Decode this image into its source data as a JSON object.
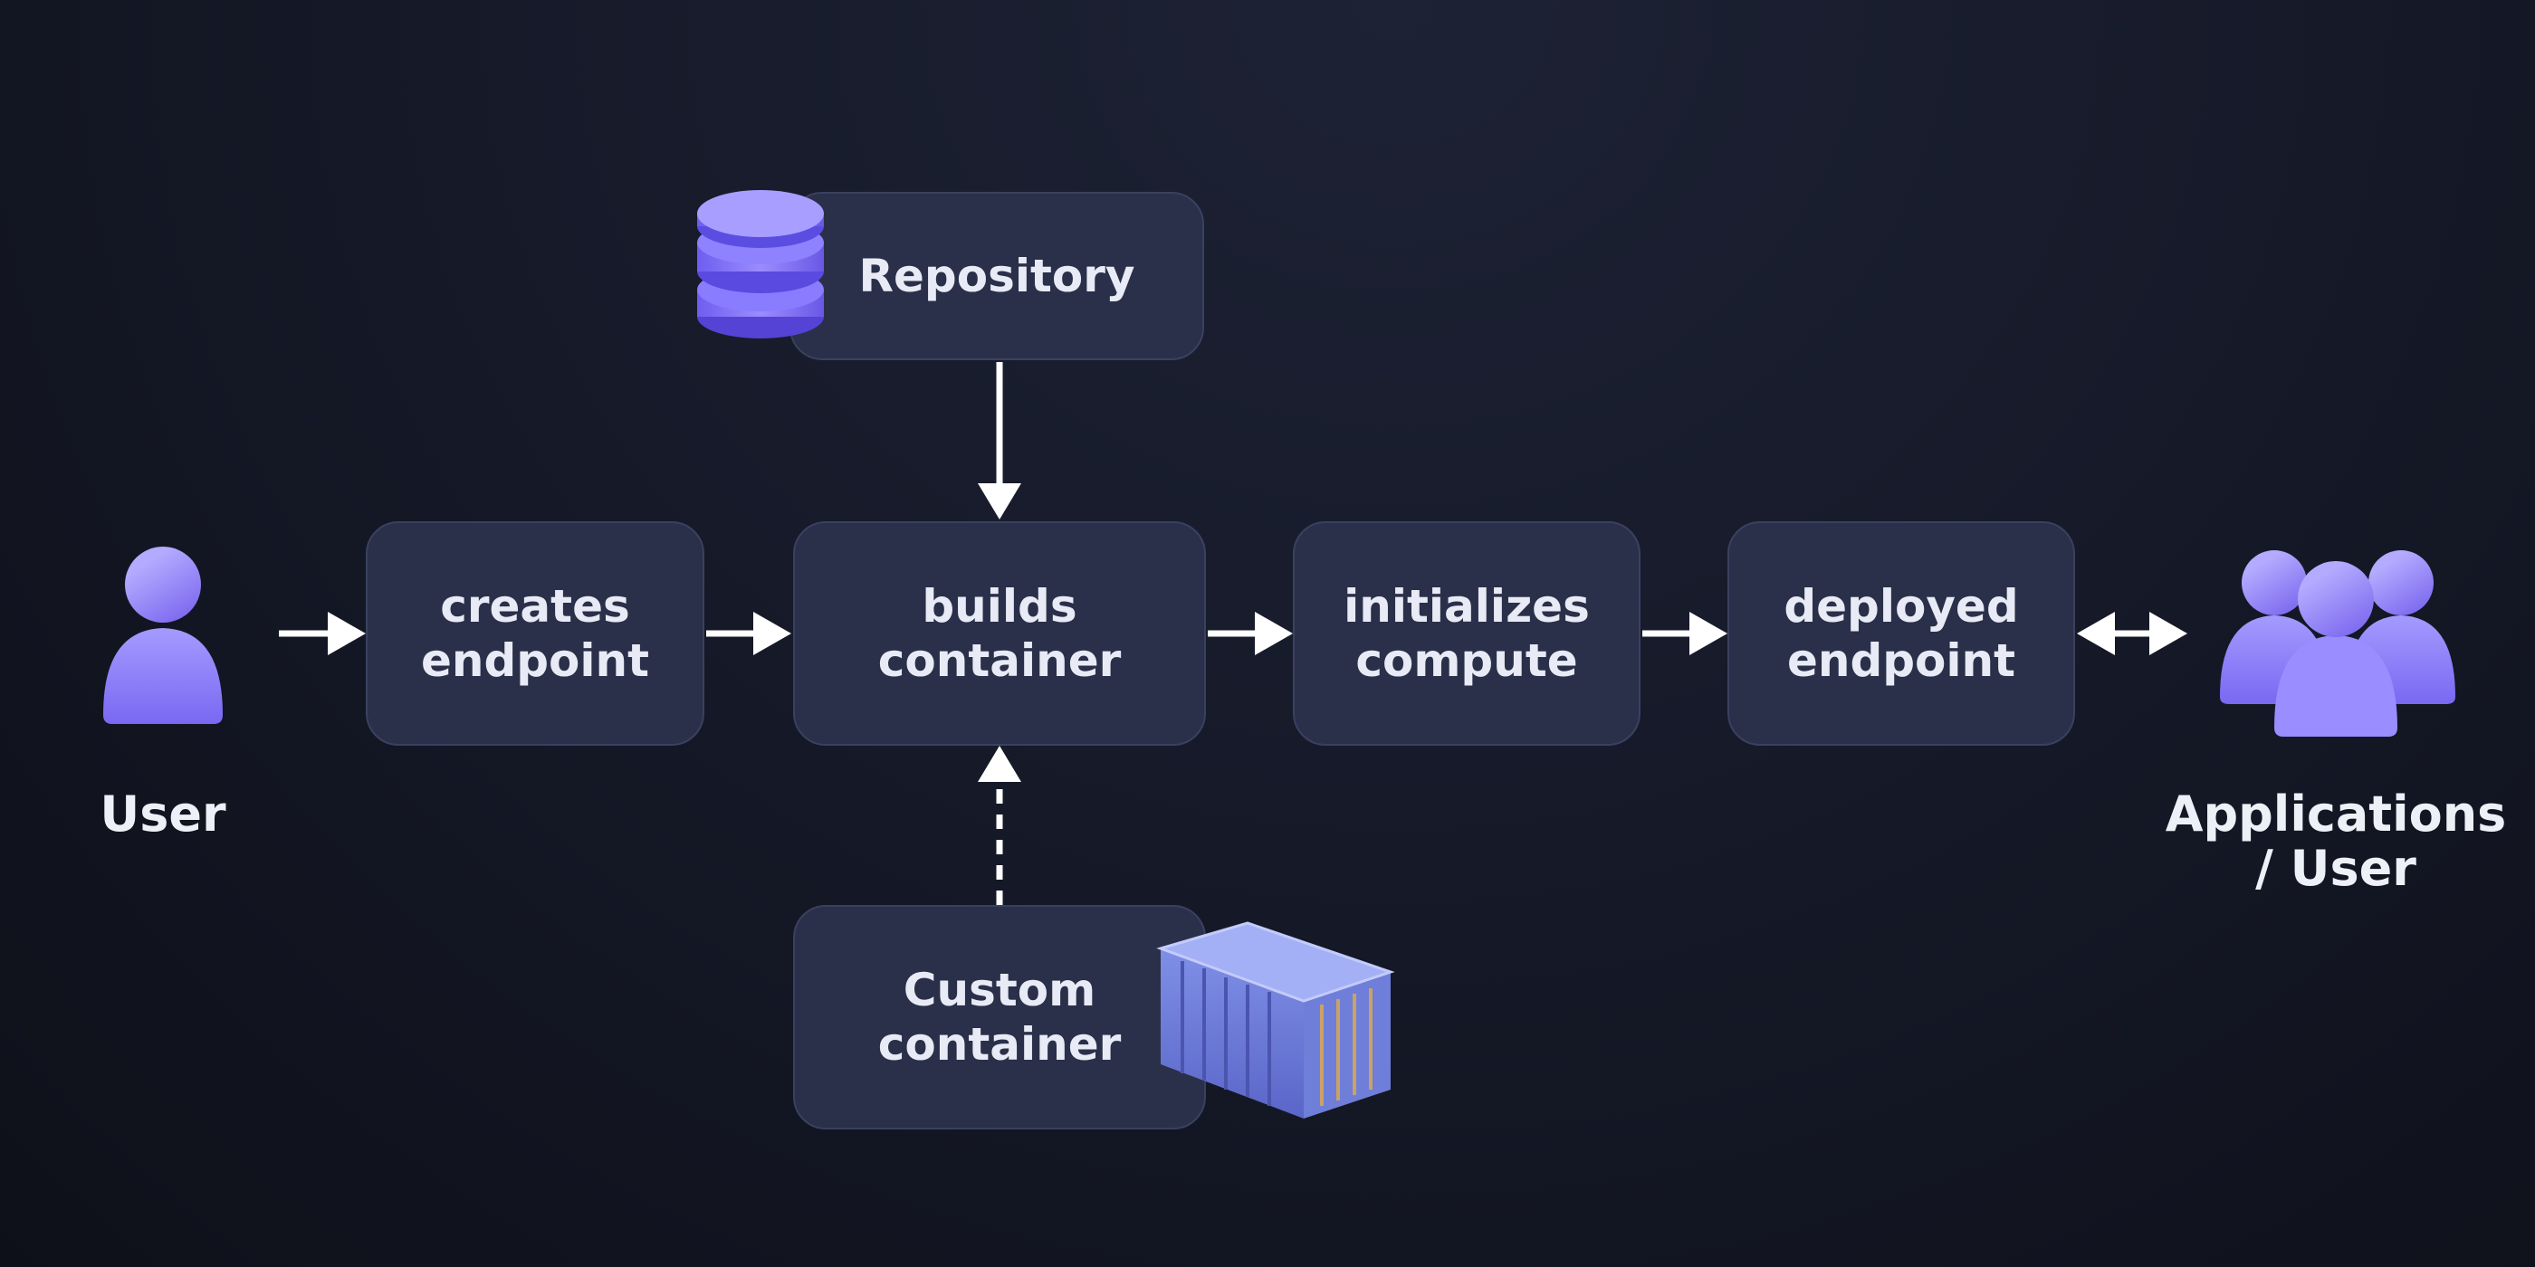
{
  "nodes": {
    "repository": "Repository",
    "creates_endpoint": "creates\nendpoint",
    "builds_container": "builds\ncontainer",
    "initializes_compute": "initializes\ncompute",
    "deployed_endpoint": "deployed\nendpoint",
    "custom_container": "Custom\ncontainer"
  },
  "actors": {
    "user": "User",
    "applications_user": "Applications\n/ User"
  },
  "icons": {
    "repository": "database-icon",
    "custom_container": "shipping-container-icon",
    "user": "user-icon",
    "applications_user": "users-group-icon"
  },
  "colors": {
    "box_fill": "#2a3049",
    "box_border": "#3a4160",
    "accent": "#8b7bff",
    "arrow": "#ffffff"
  }
}
